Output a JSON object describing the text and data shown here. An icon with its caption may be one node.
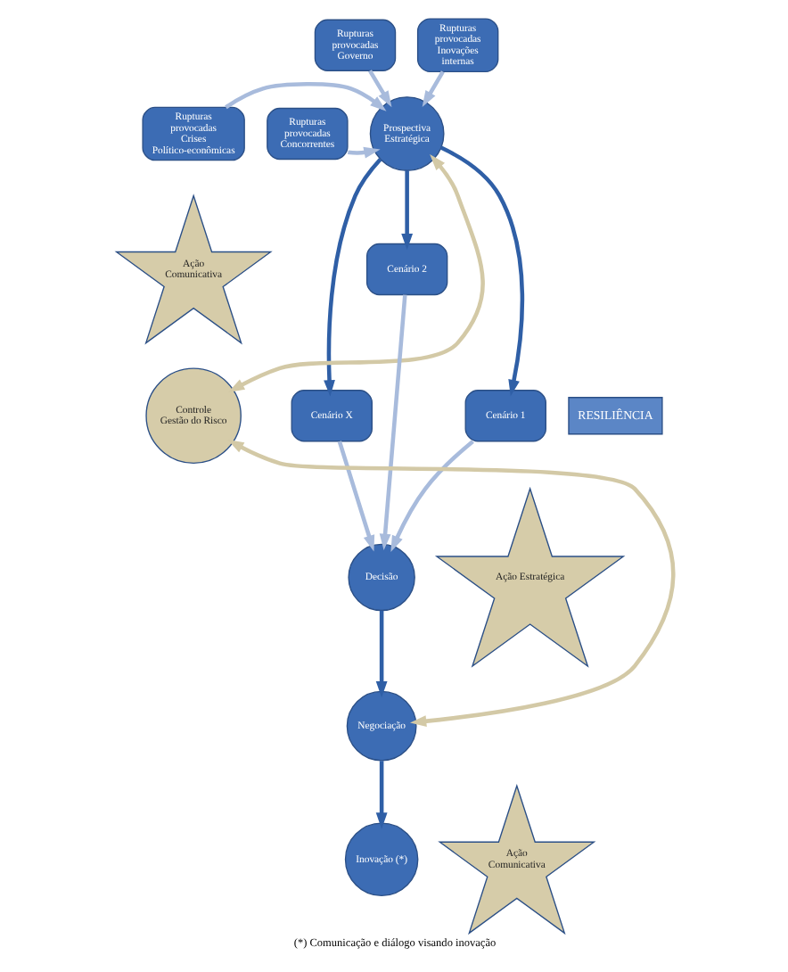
{
  "diagram": {
    "caption": "(*) Comunicação e diálogo visando inovação",
    "nodes": [
      {
        "text": [
          "Rupturas provocadas Governo"
        ]
      },
      {
        "text": [
          "Rupturas provocadas Inovações internas"
        ]
      },
      {
        "text": [
          "Rupturas provocadas Concorrentes"
        ]
      },
      {
        "text": [
          "Prospectiva Estratégica"
        ]
      },
      {
        "text": [
          "Rupturas provocadas Crises Político-econômicas"
        ]
      },
      {
        "text": [
          "Ação Comunicativa"
        ]
      },
      {
        "text": [
          "Cenário 2"
        ]
      },
      {
        "text": [
          "Cenário 1"
        ]
      },
      {
        "text": [
          "Cenário X"
        ]
      },
      {
        "text": [
          "Controle",
          "Gestão do Risco"
        ]
      },
      {
        "text": [
          "Decisão"
        ]
      },
      {
        "text": [
          "Ação Estratégica"
        ]
      },
      {
        "text": [
          "Negociação"
        ]
      },
      {
        "text": [
          "Inovação (*)"
        ]
      },
      {
        "text": [
          "Ação Comunicativa"
        ]
      }
    ],
    "edges": [
      {
        "from": 0,
        "to": 3,
        "arrow": "to"
      },
      {
        "from": 1,
        "to": 3,
        "arrow": "to"
      },
      {
        "from": 2,
        "to": 3,
        "arrow": "to"
      },
      {
        "from": 4,
        "to": 3,
        "arrow": "to"
      },
      {
        "from": 3,
        "to": 7,
        "arrow": "to",
        "color": "#2f5fa6"
      },
      {
        "from": 3,
        "to": 6,
        "arrow": "to",
        "color": "#2f5fa6"
      },
      {
        "from": 3,
        "to": 8,
        "arrow": "to",
        "color": "#2f5fa6"
      },
      {
        "from": 3,
        "to": 9,
        "arrow": "both",
        "color": "#d3c9a6"
      },
      {
        "from": 6,
        "to": 10,
        "arrow": "to"
      },
      {
        "from": 7,
        "to": 10,
        "arrow": "to"
      },
      {
        "from": 8,
        "to": 10,
        "arrow": "to"
      },
      {
        "from": 10,
        "to": 12,
        "arrow": "to",
        "color": "#2f5fa6"
      },
      {
        "from": 12,
        "to": 9,
        "arrow": "both",
        "color": "#d3c9a6"
      },
      {
        "from": 12,
        "to": 13,
        "arrow": "to",
        "color": "#2f5fa6"
      }
    ],
    "labels": [
      "RESILIÊNCIA"
    ]
  }
}
